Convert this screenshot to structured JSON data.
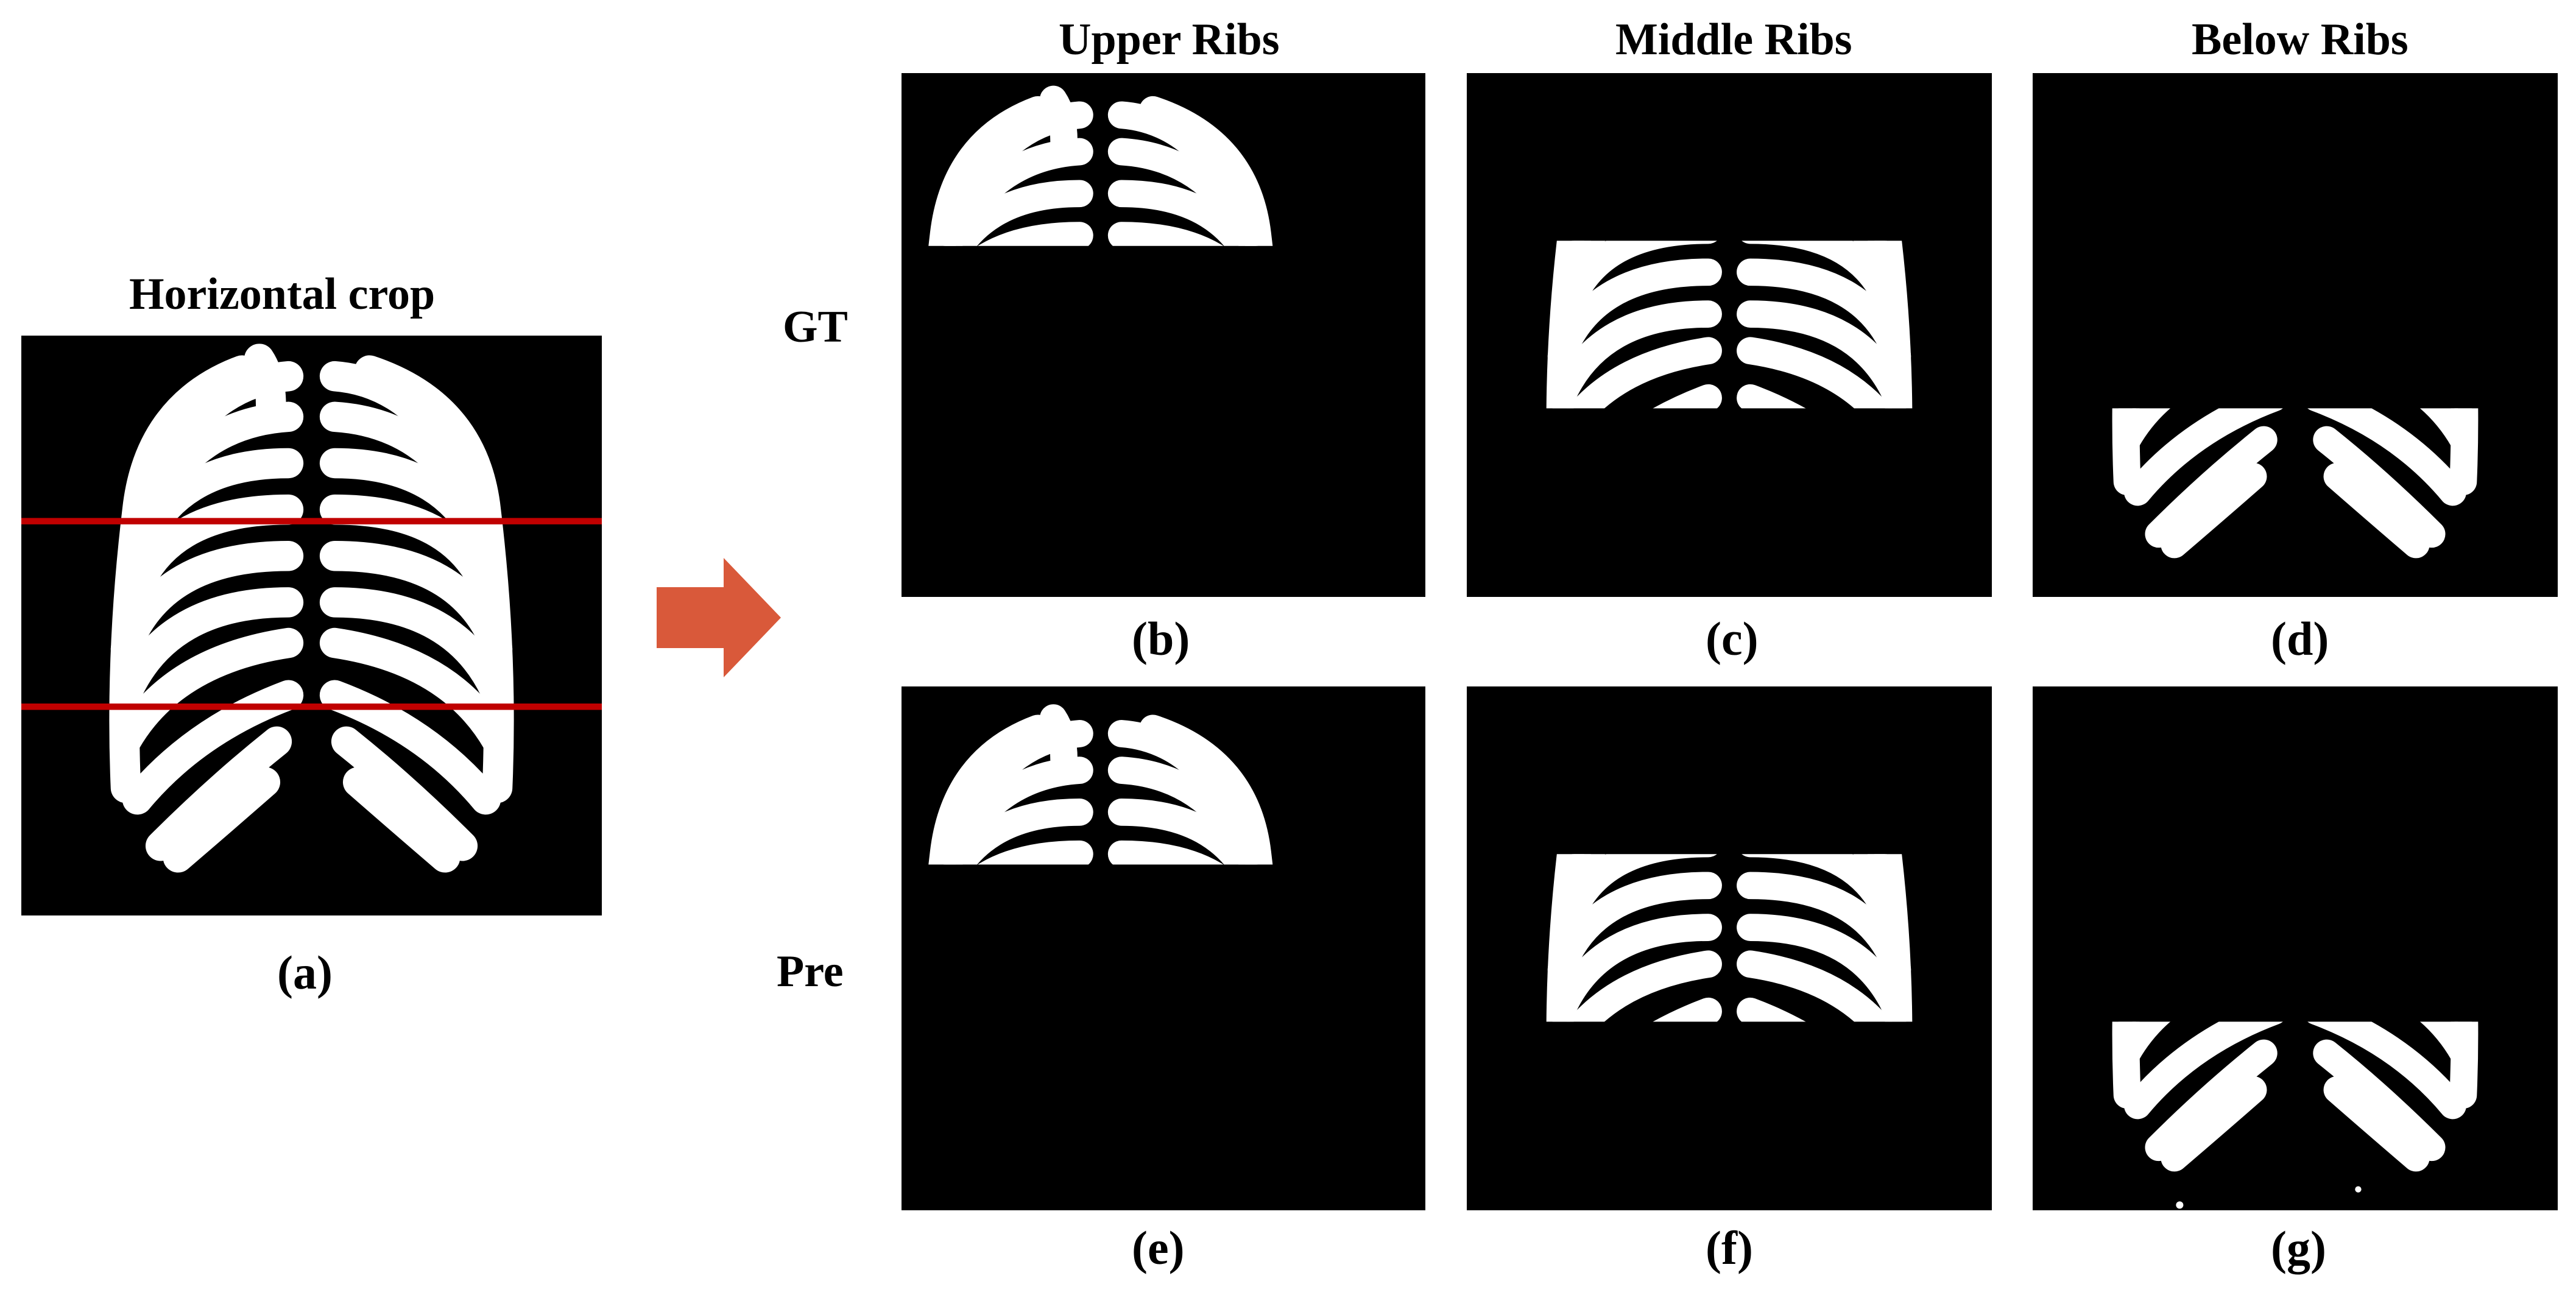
{
  "figure": {
    "panel_a": {
      "title": "Horizontal crop",
      "label": "(a)"
    },
    "columns": [
      {
        "title": "Upper Ribs"
      },
      {
        "title": "Middle Ribs"
      },
      {
        "title": "Below Ribs"
      }
    ],
    "rows": [
      {
        "label": "GT"
      },
      {
        "label": "Pre"
      }
    ],
    "panel_labels": [
      "(b)",
      "(c)",
      "(d)",
      "(e)",
      "(f)",
      "(g)"
    ],
    "colors": {
      "background": "#ffffff",
      "panel": "#000000",
      "ribs": "#ffffff",
      "crop_lines": "#c00000",
      "arrow": "#d9593a"
    }
  }
}
